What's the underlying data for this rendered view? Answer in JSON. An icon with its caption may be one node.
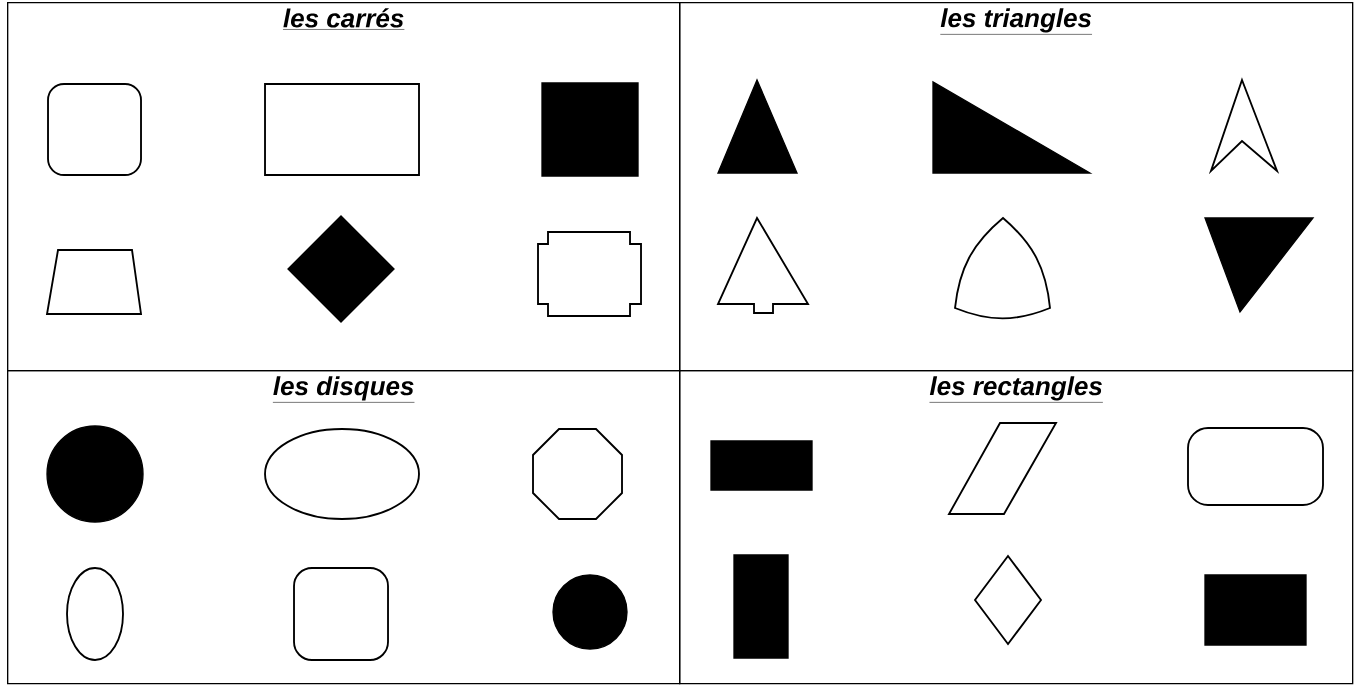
{
  "diagram": {
    "nodes": [
      {
        "text": [
          "les carrés"
        ]
      },
      {
        "text": [
          "les triangles"
        ]
      },
      {
        "text": [
          "les disques"
        ]
      },
      {
        "text": [
          "les rectangles"
        ]
      },
      {
        "text": [],
        "shape": "square",
        "in": 0
      },
      {
        "text": [],
        "shape": "rectangle",
        "in": 0
      },
      {
        "text": [],
        "shape": "square",
        "in": 0
      },
      {
        "text": [],
        "shape": "trapezoid",
        "in": 0
      },
      {
        "text": [],
        "shape": "diamond",
        "in": 0
      },
      {
        "text": [],
        "shape": "square",
        "in": 0
      },
      {
        "text": [],
        "shape": "triangle",
        "in": 1
      },
      {
        "text": [],
        "shape": "triangle",
        "in": 1
      },
      {
        "text": [],
        "shape": "arrowhead",
        "in": 1
      },
      {
        "text": [],
        "shape": "triangle",
        "in": 1
      },
      {
        "text": [],
        "shape": "triangle",
        "in": 1
      },
      {
        "text": [],
        "shape": "triangle",
        "in": 1
      },
      {
        "text": [],
        "shape": "circle",
        "in": 2
      },
      {
        "text": [],
        "shape": "ellipse",
        "in": 2
      },
      {
        "text": [],
        "shape": "octagon",
        "in": 2
      },
      {
        "text": [],
        "shape": "ellipse",
        "in": 2
      },
      {
        "text": [],
        "shape": "square",
        "in": 2
      },
      {
        "text": [],
        "shape": "circle",
        "in": 2
      },
      {
        "text": [],
        "shape": "rectangle",
        "in": 3
      },
      {
        "text": [],
        "shape": "parallelogram",
        "in": 3
      },
      {
        "text": [],
        "shape": "rectangle",
        "in": 3
      },
      {
        "text": [],
        "shape": "rectangle",
        "in": 3
      },
      {
        "text": [],
        "shape": "diamond",
        "in": 3
      },
      {
        "text": [],
        "shape": "rectangle",
        "in": 3
      }
    ]
  }
}
